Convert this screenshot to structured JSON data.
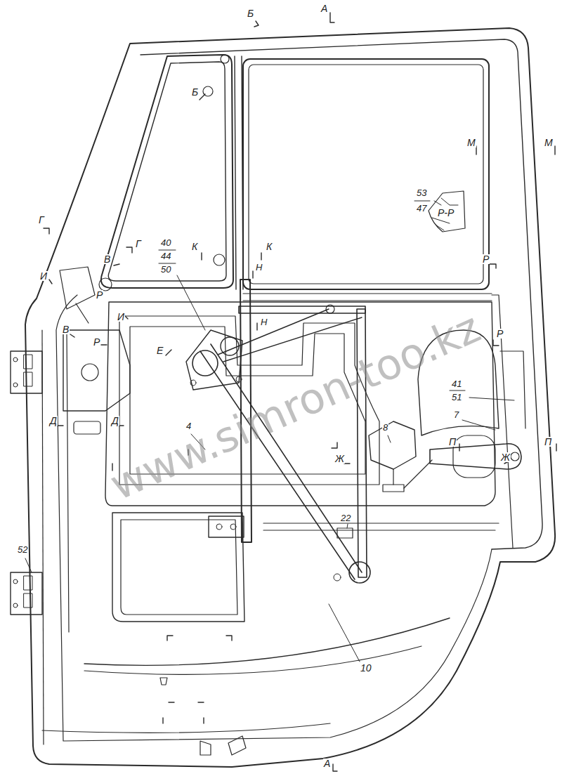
{
  "diagram": {
    "labels": [
      "Б",
      "А",
      "Б",
      "М",
      "М",
      "53",
      "47",
      "Р-Р",
      "Г",
      "Г",
      "40",
      "44",
      "50",
      "К",
      "К",
      "Н",
      "Р",
      "В",
      "И",
      "Р",
      "И",
      "В",
      "Р",
      "Е",
      "Н",
      "Р",
      "41",
      "51",
      "7",
      "Д",
      "Д",
      "4",
      "8",
      "П",
      "П",
      "Ж",
      "Ж",
      "22",
      "52",
      "10",
      "А",
      "www.simron-too.kz"
    ]
  }
}
